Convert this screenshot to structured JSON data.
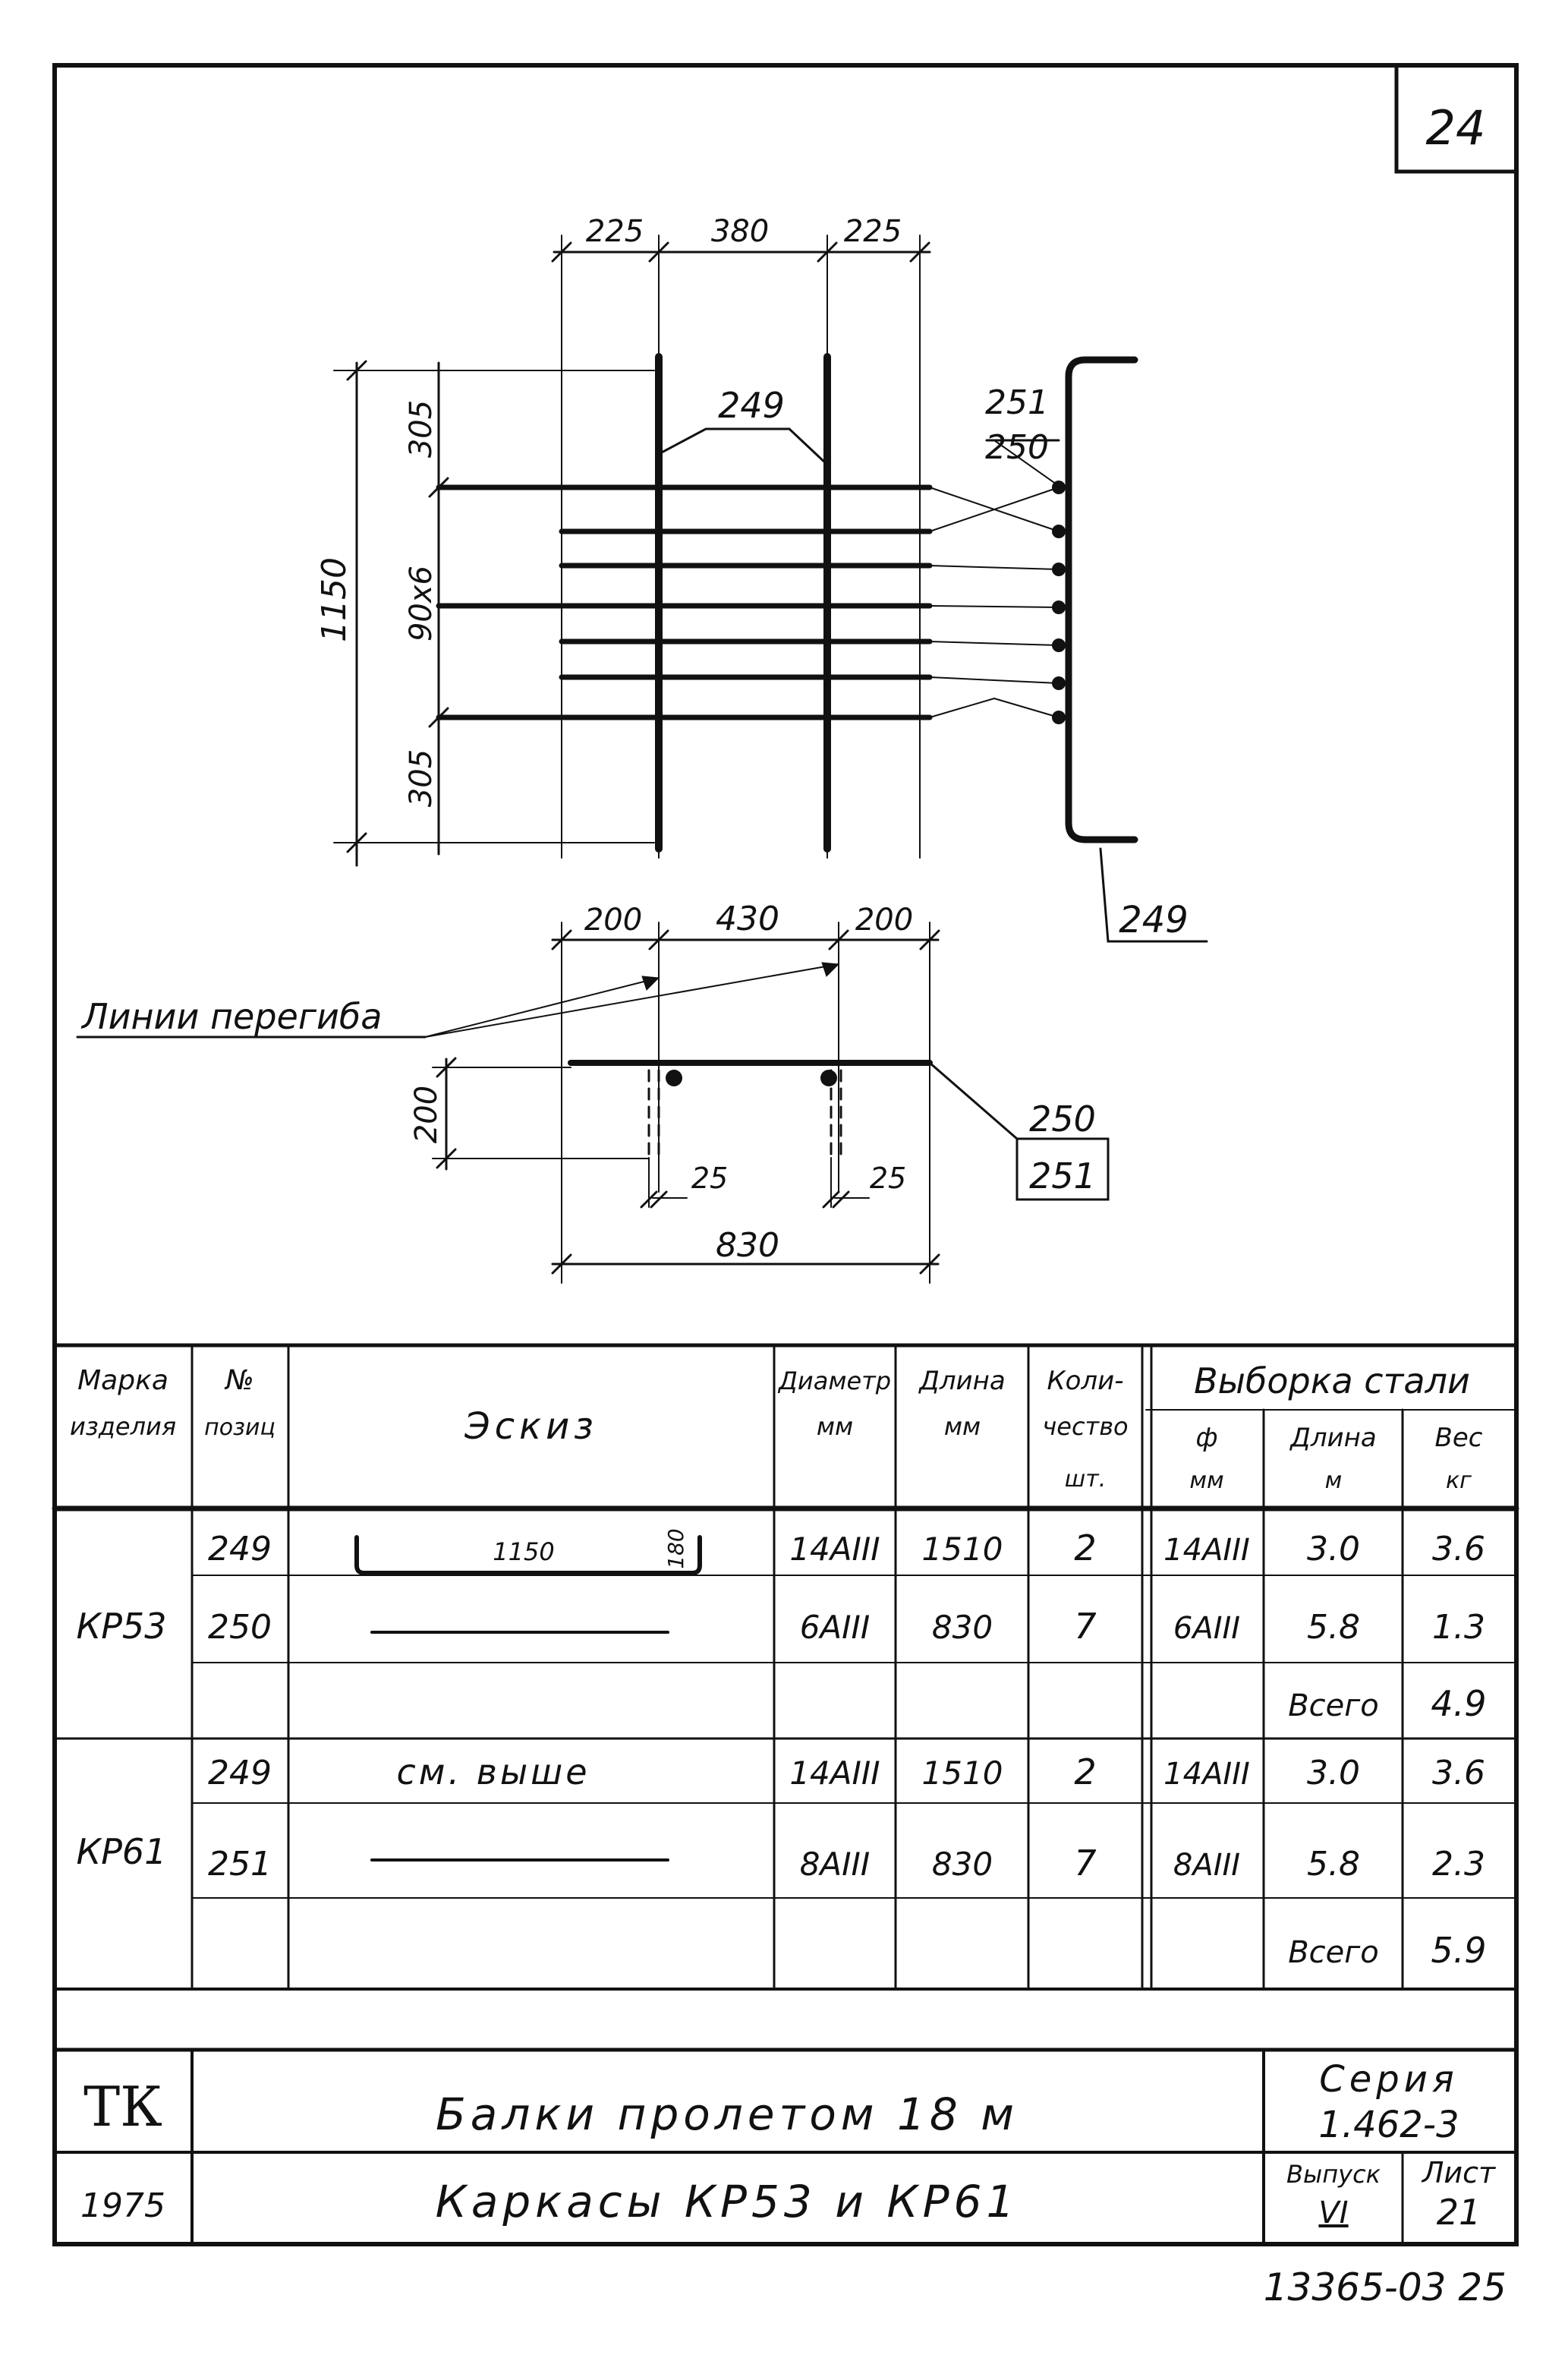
{
  "sheet_corner_number": "24",
  "drawing": {
    "top_dims": [
      "225",
      "380",
      "225"
    ],
    "height_dim": "1150",
    "vert_dims": [
      "305",
      "90x6",
      "305"
    ],
    "pos_label_249_top": "249",
    "pos_label_251": "251",
    "pos_label_250": "250",
    "pos_label_249_bottom": "249",
    "mid_dims": [
      "200",
      "430",
      "200"
    ],
    "bend_lines_label": "Линии перегиба",
    "side_height_dim": "200",
    "small_dims": [
      "25",
      "25"
    ],
    "bottom_dim": "830",
    "pos_label_250_b": "250",
    "pos_label_251_b": "251"
  },
  "table": {
    "headers": {
      "mark": [
        "Марка",
        "изделия"
      ],
      "pos": [
        "№",
        "позиц"
      ],
      "sketch": "Эскиз",
      "diameter": [
        "Диаметр",
        "мм"
      ],
      "length": [
        "Длина",
        "мм"
      ],
      "qty": [
        "Коли-",
        "чество",
        "шт."
      ],
      "steel": "Выборка стали",
      "steel_phi": [
        "ф",
        "мм"
      ],
      "steel_len": [
        "Длина",
        "м"
      ],
      "steel_weight": [
        "Вес",
        "кг"
      ]
    },
    "groups": [
      {
        "mark": "КР53",
        "rows": [
          {
            "pos": "249",
            "sketch_text": "1150",
            "sketch_side": "180",
            "diam": "14АIII",
            "len": "1510",
            "qty": "2",
            "phi": "14АIII",
            "slen": "3.0",
            "weight": "3.6"
          },
          {
            "pos": "250",
            "sketch_text": "",
            "sketch_side": "",
            "diam": "6АIII",
            "len": "830",
            "qty": "7",
            "phi": "6АIII",
            "slen": "5.8",
            "weight": "1.3"
          },
          {
            "pos": "",
            "sketch_text": "",
            "sketch_side": "",
            "diam": "",
            "len": "",
            "qty": "",
            "phi": "",
            "slen": "Всего",
            "weight": "4.9"
          }
        ]
      },
      {
        "mark": "КР61",
        "rows": [
          {
            "pos": "249",
            "sketch_text": "см. выше",
            "sketch_side": "",
            "diam": "14АIII",
            "len": "1510",
            "qty": "2",
            "phi": "14АIII",
            "slen": "3.0",
            "weight": "3.6"
          },
          {
            "pos": "251",
            "sketch_text": "",
            "sketch_side": "",
            "diam": "8АIII",
            "len": "830",
            "qty": "7",
            "phi": "8АIII",
            "slen": "5.8",
            "weight": "2.3"
          },
          {
            "pos": "",
            "sketch_text": "",
            "sketch_side": "",
            "diam": "",
            "len": "",
            "qty": "",
            "phi": "",
            "slen": "Всего",
            "weight": "5.9"
          }
        ]
      }
    ]
  },
  "title_block": {
    "org": "ТК",
    "year": "1975",
    "title1": "Балки пролетом 18 м",
    "title2": "Каркасы КР53 и КР61",
    "series_label": "Серия",
    "series_value": "1.462-3",
    "issue_label": "Выпуск",
    "issue_value": "VI",
    "sheet_label": "Лист",
    "sheet_value": "21"
  },
  "footer_code": "13365-03 25"
}
